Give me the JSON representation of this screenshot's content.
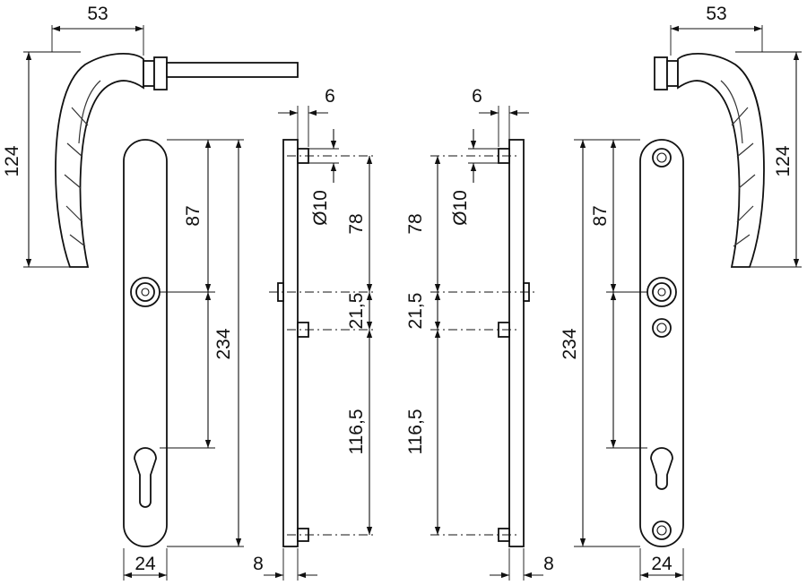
{
  "dimensions": {
    "left": {
      "handle_width": "53",
      "handle_height": "124",
      "plate_total_height": "234",
      "upper_distance": "87",
      "plate_width": "24",
      "profile_thickness": "8",
      "pin_offset": "6",
      "pin_diameter": "Ø10",
      "pin_to_axis": "78",
      "axis_spacing": "21,5",
      "lower_spacing": "116,5"
    },
    "right": {
      "handle_width": "53",
      "handle_height": "124",
      "plate_total_height": "234",
      "upper_distance": "87",
      "plate_width": "24",
      "profile_thickness": "8",
      "pin_offset": "6",
      "pin_diameter": "Ø10",
      "pin_to_axis": "78",
      "axis_spacing": "21,5",
      "lower_spacing": "116,5"
    }
  }
}
